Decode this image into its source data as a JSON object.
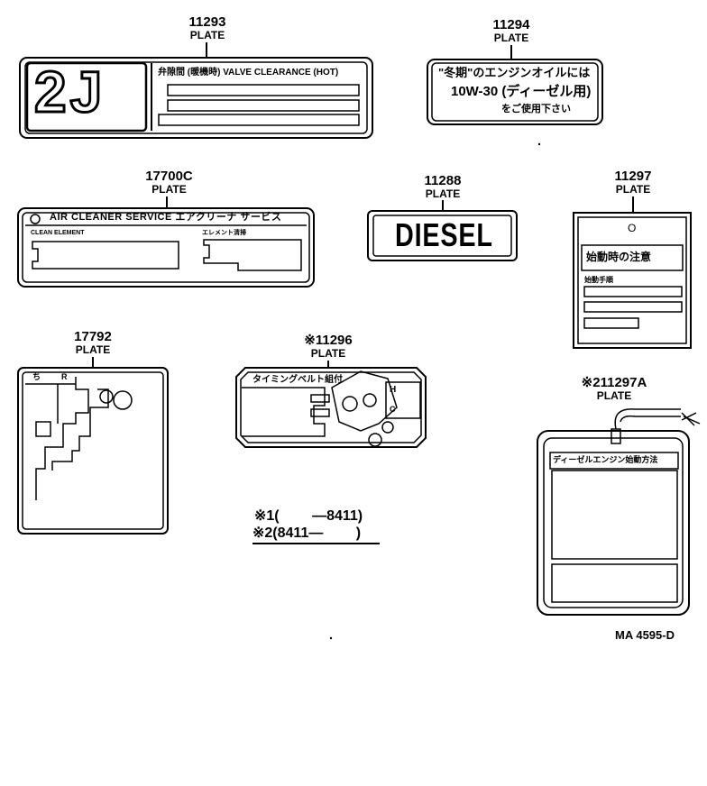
{
  "parts": [
    {
      "id": "p11293",
      "number": "11293",
      "name": "PLATE"
    },
    {
      "id": "p11294",
      "number": "11294",
      "name": "PLATE"
    },
    {
      "id": "p17700c",
      "number": "17700C",
      "name": "PLATE"
    },
    {
      "id": "p11288",
      "number": "11288",
      "name": "PLATE"
    },
    {
      "id": "p11297",
      "number": "11297",
      "name": "PLATE"
    },
    {
      "id": "p17792",
      "number": "17792",
      "name": "PLATE"
    },
    {
      "id": "p11296",
      "number": "※11296",
      "name": "PLATE"
    },
    {
      "id": "p11297a",
      "number": "※211297A",
      "name": "PLATE"
    }
  ],
  "plate_11293": {
    "big_text": "2J",
    "heading": "弁隙間 (暖機時) VALVE CLEARANCE (HOT)"
  },
  "plate_11294": {
    "line1": "\"冬期\"のエンジンオイルには",
    "line2": "10W-30 (ディーゼル用)",
    "line3": "をご使用下さい"
  },
  "plate_17700c": {
    "heading": "AIR CLEANER SERVICE エアクリーナ サービス",
    "left_sub": "CLEAN ELEMENT",
    "right_sub": "エレメント清掃"
  },
  "plate_11288": {
    "text": "DIESEL"
  },
  "plate_11297": {
    "top_mark": "O",
    "heading": "始動時の注意",
    "sub": "始動手順"
  },
  "plate_17792": {
    "col_left": "ち",
    "col_right": "R"
  },
  "plate_11296": {
    "heading": "タイミングベルト組付",
    "mark_h": "H",
    "mark_c": "C"
  },
  "plate_11297a": {
    "heading": "ディーゼルエンジン始動方法"
  },
  "notes": {
    "note1": "※1(　　 —8411)",
    "note2": "※2(8411—　　 )"
  },
  "footer": {
    "code": "MA 4595-D"
  }
}
